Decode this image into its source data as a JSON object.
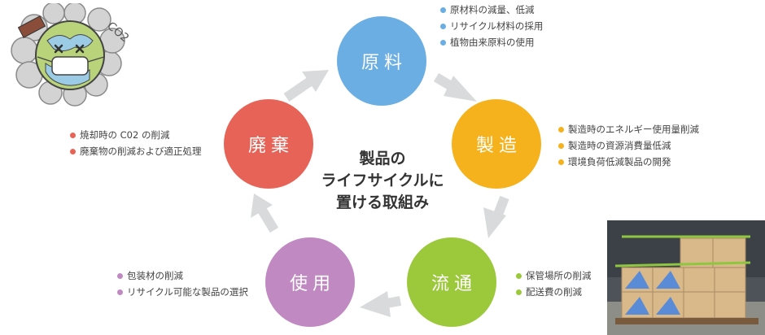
{
  "center_title": [
    "製品の",
    "ライフサイクルに",
    "置ける取組み"
  ],
  "stages": {
    "raw": {
      "label": "原料",
      "color": "#6aaee3",
      "items": [
        "原材料の減量、低減",
        "リサイクル材料の採用",
        "植物由来原料の使用"
      ]
    },
    "manufacture": {
      "label": "製造",
      "color": "#f5b21c",
      "items": [
        "製造時のエネルギー使用量削減",
        "製造時の資源消費量低減",
        "環境負荷低減製品の開発"
      ]
    },
    "distribution": {
      "label": "流通",
      "color": "#9cc93b",
      "items": [
        "保管場所の削減",
        "配送費の削減"
      ]
    },
    "use": {
      "label": "使用",
      "color": "#c089c2",
      "items": [
        "包装材の削減",
        "リサイクル可能な製品の選択"
      ]
    },
    "disposal": {
      "label": "廃棄",
      "color": "#e86357",
      "items": [
        "焼却時の C02 の削減",
        "廃棄物の削減および適正処理"
      ]
    }
  },
  "illustration": {
    "text": "CO2"
  },
  "arrow_color": "#d9dadb"
}
